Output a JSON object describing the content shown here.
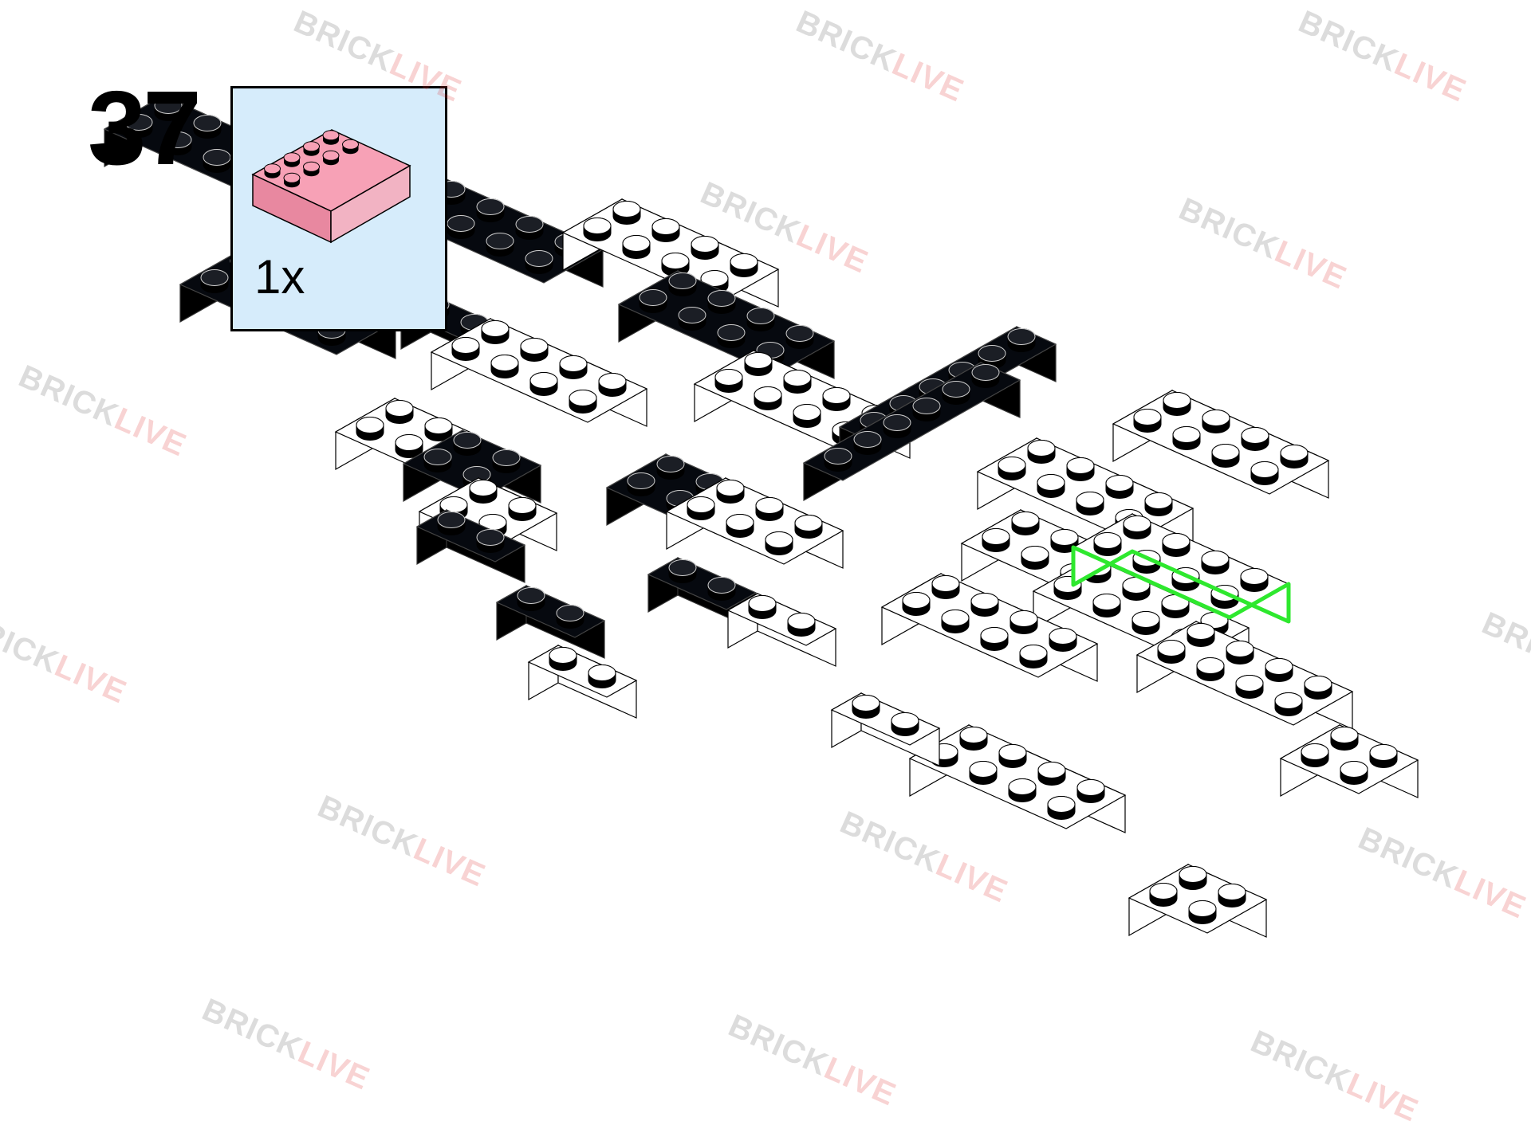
{
  "step": {
    "number": "37"
  },
  "callout": {
    "quantity": "1x",
    "part_color": "#f7a1b6",
    "part_name": "brick-2x4-pink"
  },
  "watermark": {
    "brand_part1": "BRICK",
    "brand_part2": "LIVE"
  },
  "colors": {
    "black_brick": "#06090f",
    "white_brick": "#ffffff",
    "highlight_outline": "#2ee82e",
    "callout_bg": "#d6ecfb"
  }
}
